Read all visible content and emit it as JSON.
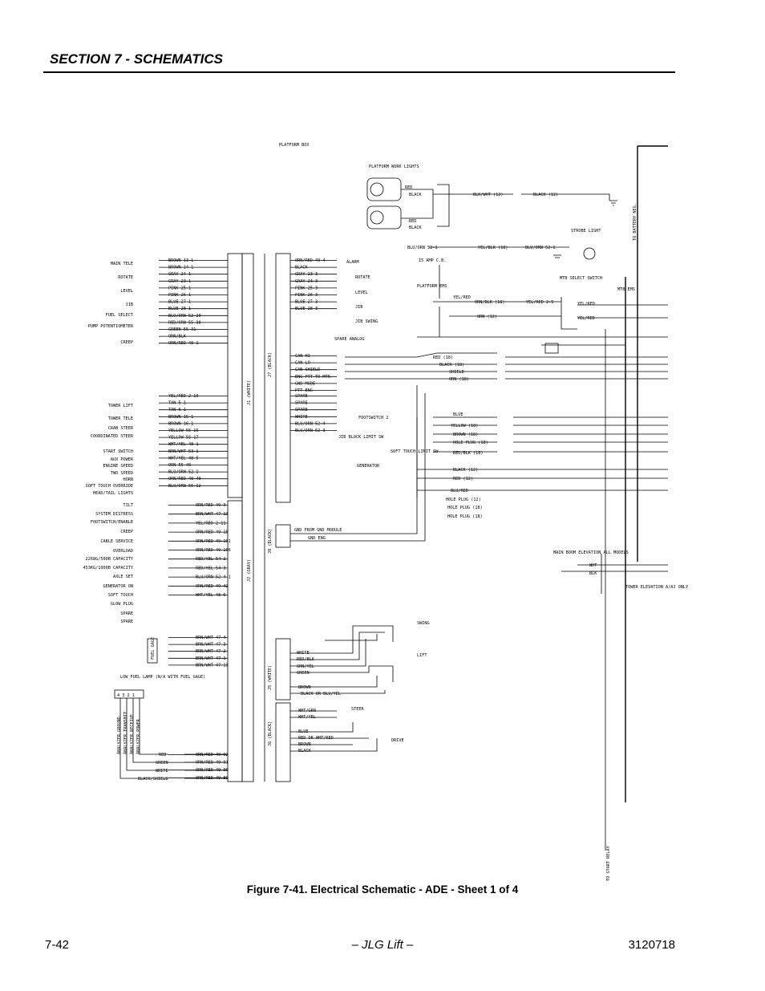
{
  "header": {
    "section": "SECTION 7 - SCHEMATICS"
  },
  "caption": "Figure 7-41.  Electrical Schematic - ADE - Sheet 1 of 4",
  "footer": {
    "page": "7-42",
    "center": "– JLG Lift –",
    "docnum": "3120718"
  },
  "schematic": {
    "top": {
      "platform_box": "PLATFORM BOX",
      "work_lights": "PLATFORM WORK LIGHTS",
      "strobe": "STROBE LIGHT",
      "to_battery": "TO BATTERY NEG.",
      "to_start_relay": "TO START RELAY",
      "mtb_select": "MTB SELECT SWITCH",
      "mtb_ems": "MTB EMS",
      "platform_ems": "PLATFORM EMS",
      "fuse": "15 AMP C.B."
    },
    "connectors": {
      "j1": "J1 (WHITE)",
      "j7": "J7 (BLACK)",
      "j2": "J2 (GRAY)",
      "j8": "J8 (BLACK)",
      "j5": "J5 (WHITE)",
      "j6": "J6 (BLACK)"
    },
    "left_labels": [
      "MAIN TELE",
      "ROTATE",
      "LEVEL",
      "JIB",
      "FUEL SELECT",
      "PUMP POTENTIOMETER",
      "CREEP",
      "TOWER LIFT",
      "TOWER TELE",
      "CRAB STEER",
      "COORDINATED STEER",
      "START SWITCH",
      "AUX POWER",
      "ENGINE SPEED",
      "TWO SPEED",
      "HORN",
      "SOFT TOUCH OVERRIDE",
      "HEAD/TAIL LIGHTS",
      "TILT",
      "SYSTEM DISTRESS",
      "FOOTSWITCH/ENABLE",
      "CREEP",
      "CABLE SERVICE",
      "OVERLOAD",
      "2268G/500B CAPACITY",
      "453KG/1000B CAPACITY",
      "AXLE SET",
      "GENERATOR ON",
      "SOFT TOUCH",
      "GLOW PLUG",
      "SPARE",
      "SPARE"
    ],
    "j1_wires": [
      "BROWN 13-1",
      "BROWN 14-1",
      "GRAY 24-1",
      "GRAY 23-1",
      "PINK 25-1",
      "PINK 26-1",
      "BLUE 27-1",
      "BLUE 28-1",
      "BLU/ORN 52-20",
      "RED/ORN 55-38",
      "GREEN 55-31",
      "ORN/BLK",
      "ORN/RED 49-1",
      "YEL/RED 2-10",
      "TAN 5-1",
      "TAN 6-1",
      "BROWN 15-1",
      "BROWN 16-1",
      "YELLOW 55-16",
      "YELLOW 55-17",
      "WHT/YEL 48-1",
      "BRN/WHT 53-1",
      "WHT/YEL 48-5",
      "ORN 55-40",
      "BLU/ORN 52-1",
      "ORN/RED 49-40",
      "BLU/ORN 55-12"
    ],
    "j2_wires": [
      "ORN/RED 49-3",
      "BRN/WHT 47-13",
      "YEL/RED 2-11",
      "ORN/RED 49-15",
      "ORN/RED 49-101",
      "ORN/RED 49-106",
      "RED/YEL 54-2",
      "RED/YEL 54-3",
      "BLU/ORN 52-4-1",
      "ORN/RED 49-42",
      "WHT/YEL 48-6",
      "BRN/WHT 47-4",
      "BRN/WHT 47-3",
      "BRN/WHT 47-2",
      "BRN/WHT 47-1",
      "BRN/WHT 47-13",
      "ORN/RED 49-92",
      "ORN/RED 49-91",
      "ORN/RED 49-90",
      "ORN/RED 49-89"
    ],
    "j7_wires": [
      "ORN/RED 49-4",
      "BLACK",
      "GRAY 23-3",
      "GRAY 24-3",
      "PINK 25-3",
      "PINK 26-3",
      "BLUE 27-3",
      "BLUE 28-3",
      "CAN HI",
      "CAN LO",
      "CAN SHIELD",
      "ENG PTT TO MTR",
      "GND MODE",
      "PTT ENG",
      "SPARE",
      "SPARE",
      "SPARE",
      "WHITE",
      "BLU/ORN 52-4",
      "BLU/ORN 52-3"
    ],
    "right_devices": [
      "ALARM",
      "ROTATE",
      "LEVEL",
      "JIB",
      "JIB SWING",
      "SPARE ANALOG",
      "FOOTSWITCH 2",
      "JIB BLOCK LIMIT SW",
      "SOFT TOUCH LIMIT SW",
      "GENERATOR"
    ],
    "mid_wires": [
      "RED (18)",
      "BLACK (18)",
      "SHIELD",
      "ORN (18)",
      "BLUE",
      "YELLOW (18)",
      "BROWN (18)",
      "HOLE PLUG (18)",
      "RED/BLK (18)",
      "BLACK (12)",
      "RED (12)",
      "BLU/RED",
      "HOLE PLUG (12)",
      "HOLE PLUG (18)",
      "HOLE PLUG (18)",
      "GND FROM GND MODULE",
      "GND ENG"
    ],
    "lower": {
      "main_boom": "MAIN BOOM ELEVATION ALL MODELS",
      "tower_elev": "TOWER ELEVATION A/AJ ONLY",
      "swing": "SWING",
      "lift": "LIFT",
      "steer": "STEER",
      "drive": "DRIVE",
      "low_fuel": "LOW FUEL LAMP (N/A WITH FUEL GAGE)",
      "fuel_gage": "FUEL GAGE",
      "analyzer": [
        "ANALYZER GROUND",
        "ANALYZER TRANSMIT",
        "ANALYZER RECEIVE",
        "ANALYZER POWER"
      ]
    }
  }
}
